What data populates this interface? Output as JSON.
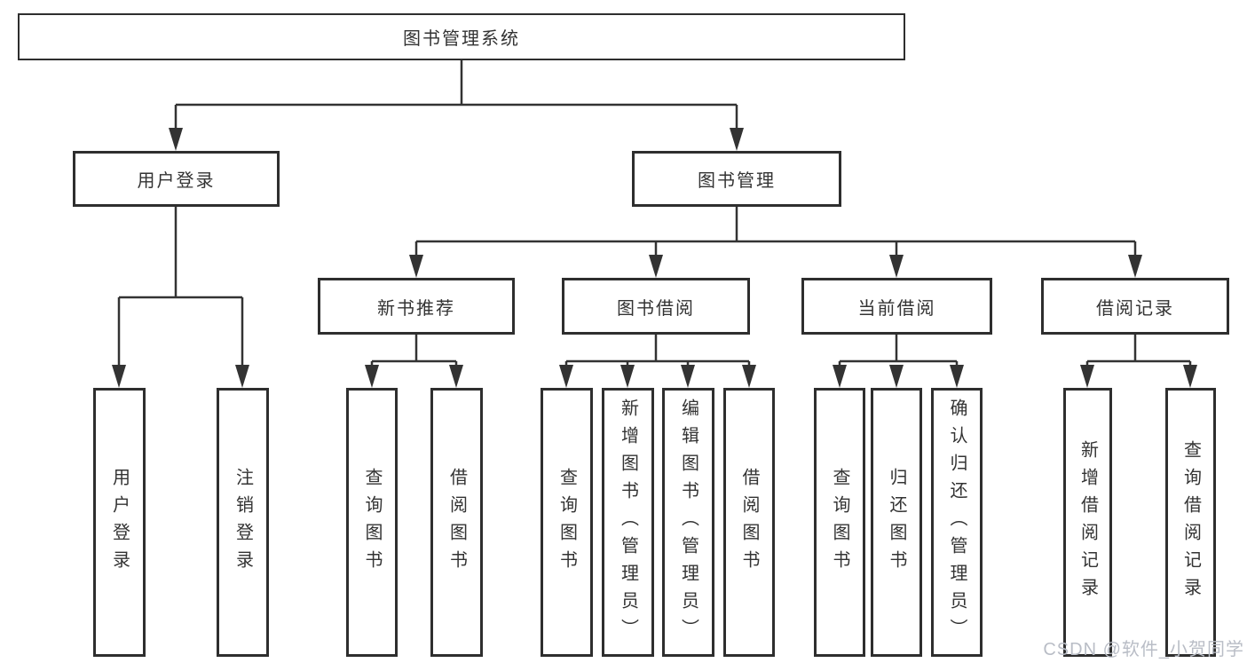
{
  "diagram": {
    "title": "图书管理系统",
    "nodes": {
      "root": {
        "label": "图书管理系统"
      },
      "level2": [
        {
          "label": "用户登录",
          "parent": "图书管理系统"
        },
        {
          "label": "图书管理",
          "parent": "图书管理系统"
        }
      ],
      "level3": [
        {
          "label": "新书推荐",
          "parent": "图书管理"
        },
        {
          "label": "图书借阅",
          "parent": "图书管理"
        },
        {
          "label": "当前借阅",
          "parent": "图书管理"
        },
        {
          "label": "借阅记录",
          "parent": "图书管理"
        }
      ],
      "leaves": [
        {
          "label": "用户登录",
          "parent": "用户登录"
        },
        {
          "label": "注销登录",
          "parent": "用户登录"
        },
        {
          "label": "查询图书",
          "parent": "新书推荐"
        },
        {
          "label": "借阅图书",
          "parent": "新书推荐"
        },
        {
          "label": "查询图书",
          "parent": "图书借阅"
        },
        {
          "label": "新增图书（管理员）",
          "parent": "图书借阅"
        },
        {
          "label": "编辑图书（管理员）",
          "parent": "图书借阅"
        },
        {
          "label": "借阅图书",
          "parent": "图书借阅"
        },
        {
          "label": "查询图书",
          "parent": "当前借阅"
        },
        {
          "label": "归还图书",
          "parent": "当前借阅"
        },
        {
          "label": "确认归还（管理员）",
          "parent": "当前借阅"
        },
        {
          "label": "新增借阅记录",
          "parent": "借阅记录"
        },
        {
          "label": "查询借阅记录",
          "parent": "借阅记录"
        }
      ]
    },
    "colors": {
      "line": "#333333",
      "box_border": "#2e2e2e",
      "text": "#333333",
      "background": "#ffffff",
      "watermark": "#b9bdc6"
    }
  },
  "watermark": "CSDN @软件_小贺同学"
}
